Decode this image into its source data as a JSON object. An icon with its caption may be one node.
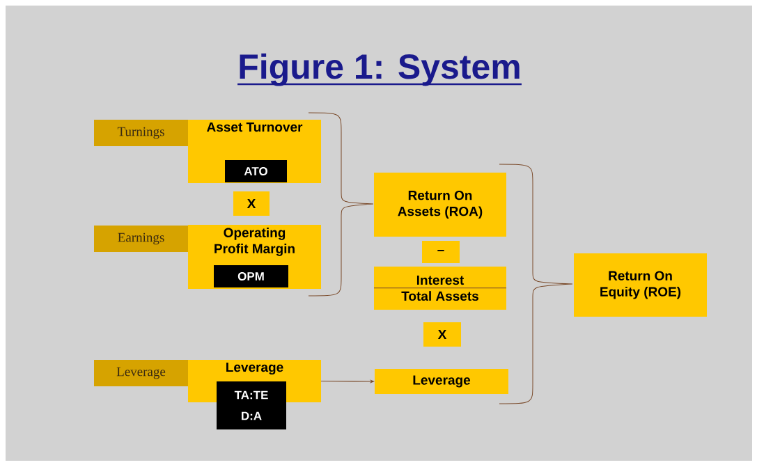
{
  "diagram": {
    "title": "Figure 1: System",
    "nodes": [
      {
        "text": [
          "Turnings"
        ]
      },
      {
        "text": [
          "Asset Turnover"
        ]
      },
      {
        "text": [
          "ATO"
        ],
        "in": 1
      },
      {
        "text": [
          "X"
        ]
      },
      {
        "text": [
          "Earnings"
        ]
      },
      {
        "text": [
          "Operating Profit Margin"
        ]
      },
      {
        "text": [
          "OPM"
        ],
        "in": 5
      },
      {
        "text": [
          "Leverage"
        ]
      },
      {
        "text": [
          "Leverage"
        ]
      },
      {
        "text": [
          "TA:TE",
          "D:A"
        ]
      },
      {
        "text": [
          "Return On Assets (ROA)"
        ]
      },
      {
        "text": [
          "–"
        ]
      },
      {
        "text": [
          "Interest",
          "Total Assets"
        ]
      },
      {
        "text": [
          "X"
        ]
      },
      {
        "text": [
          "Leverage"
        ]
      },
      {
        "text": [
          "Return On Equity (ROE)"
        ]
      }
    ],
    "edges": [
      {
        "from": 8,
        "to": 14,
        "arrow": "to"
      }
    ]
  }
}
